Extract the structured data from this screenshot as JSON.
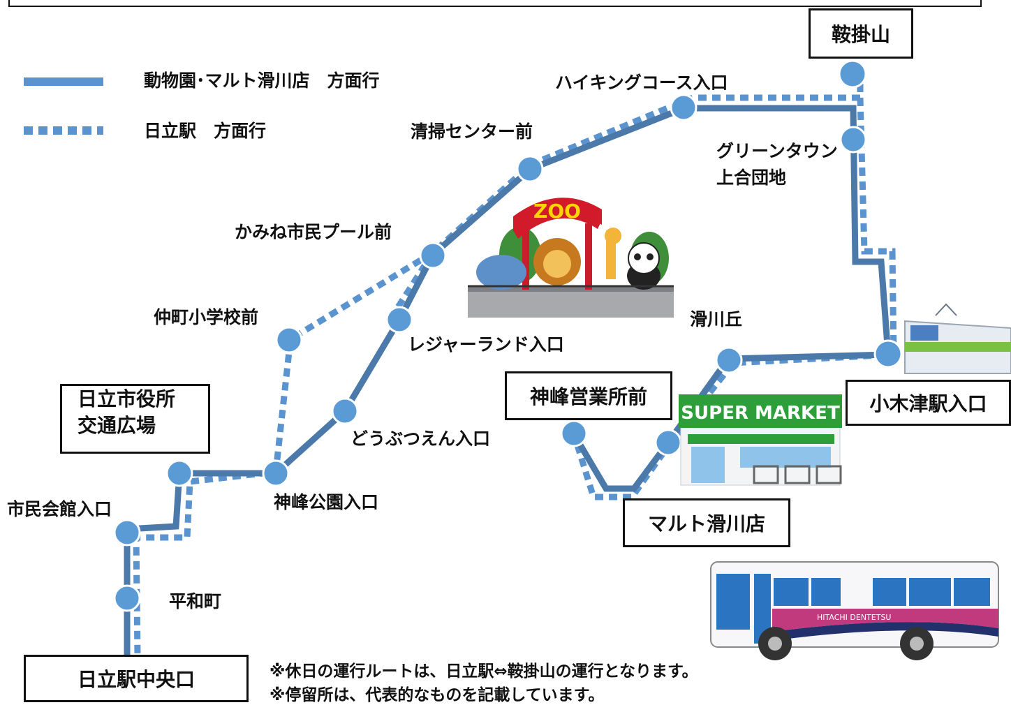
{
  "legend": {
    "solid_label": "動物園･マルト滑川店　方面行",
    "dotted_label": "日立駅　方面行"
  },
  "stops": {
    "kurakakeyama": "鞍掛山",
    "hiking": "ハイキングコース入口",
    "seiso": "清掃センター前",
    "green1": "グリーンタウン",
    "green2": "上合団地",
    "kamine_pool": "かみね市民プール前",
    "nakamachi": "仲町小学校前",
    "leisure": "レジャーランド入口",
    "namekawaoka": "滑川丘",
    "kogitsu": "小木津駅入口",
    "kamine_eigyo": "神峰営業所前",
    "shiyakusho1": "日立市役所",
    "shiyakusho2": "交通広場",
    "doubutsuen": "どうぶつえん入口",
    "kamine_koen": "神峰公園入口",
    "shimin": "市民会館入口",
    "maruto": "マルト滑川店",
    "heiwa": "平和町",
    "chuo": "日立駅中央口"
  },
  "notes": {
    "line1": "※休日の運行ルートは、日立駅⇔鞍掛山の運行となります。",
    "line2": "※停留所は、代表的なものを記載しています。"
  },
  "illustrations": {
    "zoo_sign": "ZOO",
    "supermarket_sign": "SUPER MARKET",
    "bus_company": "HITACHI DENTETSU"
  },
  "colors": {
    "route_solid": "#4a79aa",
    "route_dotted": "#5b93cf",
    "stop": "#5b9bd5",
    "zoo_sign": "#d11a2a",
    "market_green": "#2e9e3a"
  }
}
